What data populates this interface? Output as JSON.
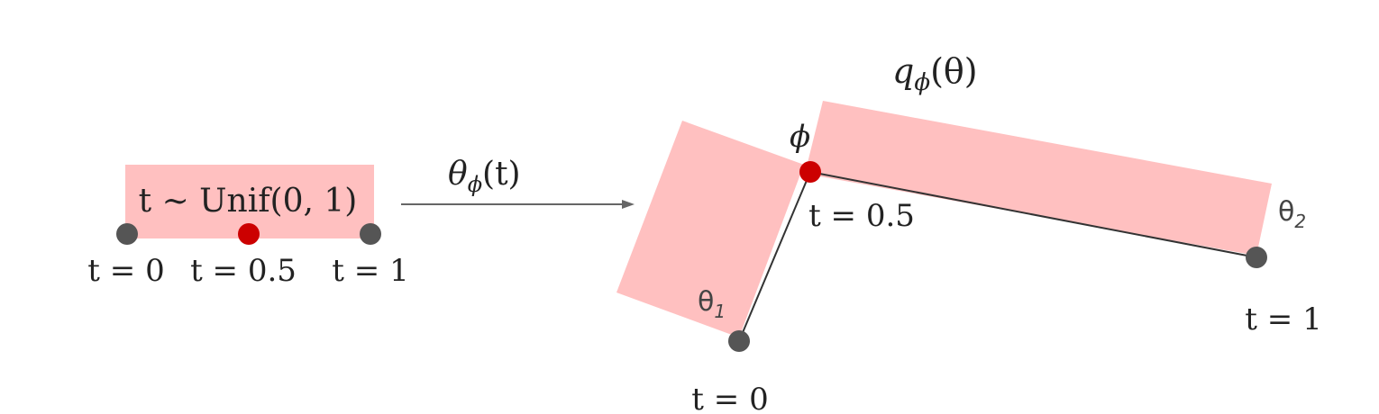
{
  "colors": {
    "region_fill": "#ffc0c0",
    "endpoint_dot": "#555555",
    "midpoint_dot": "#cc0000",
    "line": "#333333",
    "arrow": "#666666",
    "text": "#222222"
  },
  "left": {
    "distribution_label": "t ∼ Unif(0, 1)",
    "t_start_label": "t = 0",
    "t_mid_label": "t = 0.5",
    "t_end_label": "t = 1"
  },
  "arrow": {
    "label": "θϕ(t)",
    "label_main": "θ",
    "label_sub": "ϕ",
    "label_arg": "(t)"
  },
  "right": {
    "posterior_label": "qϕ(θ)",
    "posterior_main": "q",
    "posterior_sub": "ϕ",
    "posterior_arg": "(θ)",
    "phi_label": "ϕ",
    "theta1_main": "θ",
    "theta1_sub": "1",
    "theta2_main": "θ",
    "theta2_sub": "2",
    "t_start_label": "t = 0",
    "t_mid_label": "t = 0.5",
    "t_end_label": "t = 1"
  }
}
